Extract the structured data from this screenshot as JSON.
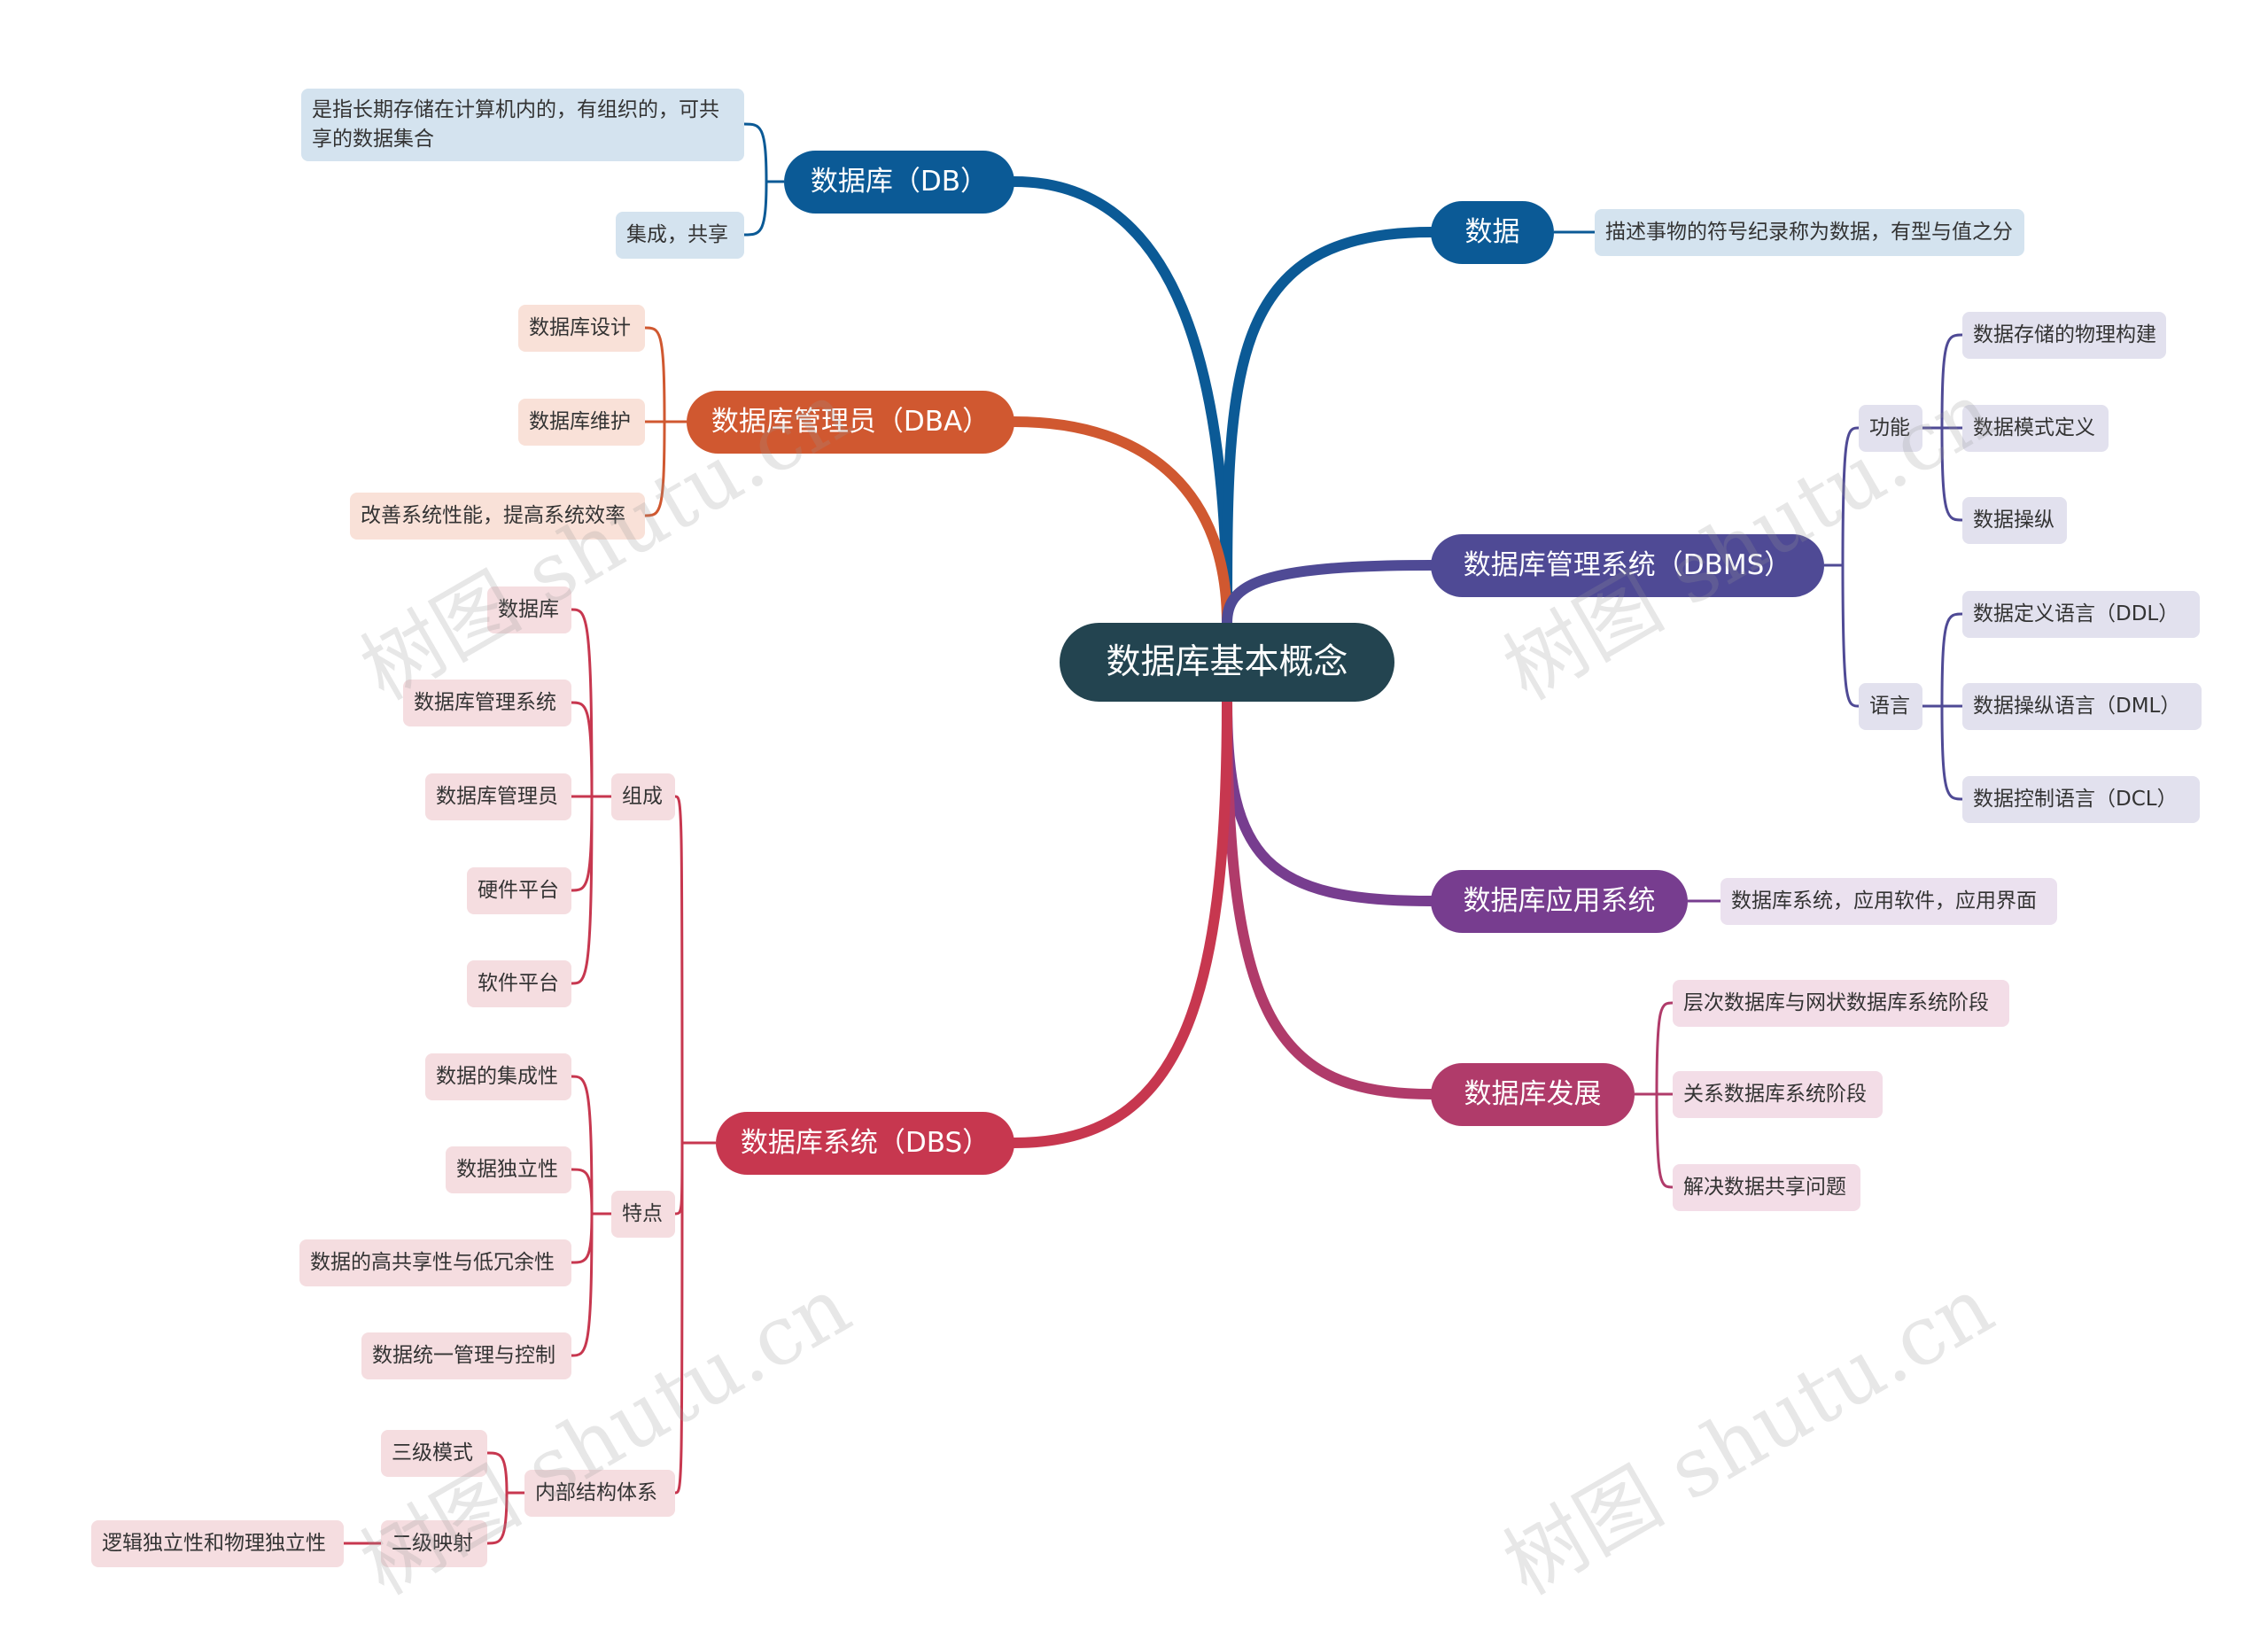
{
  "colors": {
    "center": "#234450",
    "db": "#0b5a96",
    "data": "#0b5a96",
    "dba": "#d05830",
    "dbms": "#4f4a95",
    "dbas": "#773d8f",
    "dbs": "#c7374f",
    "dev": "#b03b6a",
    "leaf_blue": "#d4e3ef",
    "leaf_orange": "#f9e1d8",
    "leaf_purple": "#e2e1ee",
    "leaf_violet": "#ebe1ef",
    "leaf_red": "#f5dde0",
    "leaf_pink": "#f3dde7"
  },
  "center": {
    "label": "数据库基本概念"
  },
  "branches": {
    "db": {
      "label": "数据库（DB）",
      "items": [
        "是指长期存储在计算机内的，有组织的，可共享的数据集合",
        "集成，共享"
      ]
    },
    "dba": {
      "label": "数据库管理员（DBA）",
      "items": [
        "数据库设计",
        "数据库维护",
        "改善系统性能，提高系统效率"
      ]
    },
    "dbs": {
      "label": "数据库系统（DBS）",
      "groups": [
        {
          "label": "组成",
          "items": [
            "数据库",
            "数据库管理系统",
            "数据库管理员",
            "硬件平台",
            "软件平台"
          ]
        },
        {
          "label": "特点",
          "items": [
            "数据的集成性",
            "数据独立性",
            "数据的高共享性与低冗余性",
            "数据统一管理与控制"
          ]
        },
        {
          "label": "内部结构体系",
          "items": [
            "三级模式",
            "二级映射"
          ],
          "sub": "逻辑独立性和物理独立性"
        }
      ]
    },
    "data": {
      "label": "数据",
      "items": [
        "描述事物的符号纪录称为数据，有型与值之分"
      ]
    },
    "dbms": {
      "label": "数据库管理系统（DBMS）",
      "groups": [
        {
          "label": "功能",
          "items": [
            "数据存储的物理构建",
            "数据模式定义",
            "数据操纵"
          ]
        },
        {
          "label": "语言",
          "items": [
            "数据定义语言（DDL）",
            "数据操纵语言（DML）",
            "数据控制语言（DCL）"
          ]
        }
      ]
    },
    "dbas": {
      "label": "数据库应用系统",
      "items": [
        "数据库系统，应用软件，应用界面"
      ]
    },
    "dev": {
      "label": "数据库发展",
      "items": [
        "层次数据库与网状数据库系统阶段",
        "关系数据库系统阶段",
        "解决数据共享问题"
      ]
    }
  },
  "watermark": "树图 shutu.cn"
}
